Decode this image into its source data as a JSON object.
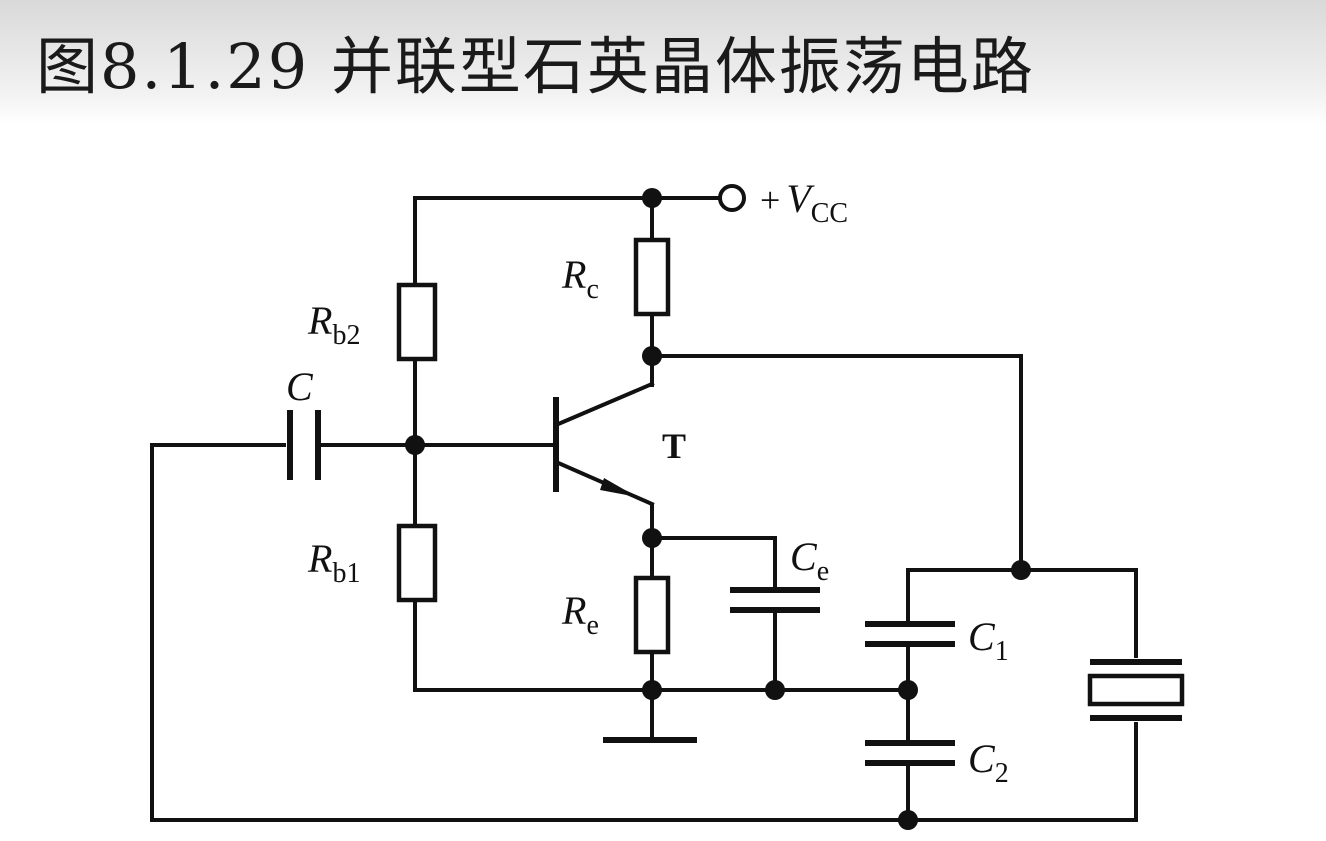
{
  "title": "图8.1.29 并联型石英晶体振荡电路",
  "labels": {
    "vcc": {
      "prefix": "+",
      "main": "V",
      "sub": "CC"
    },
    "rc": {
      "main": "R",
      "sub": "c"
    },
    "rb2": {
      "main": "R",
      "sub": "b2"
    },
    "rb1": {
      "main": "R",
      "sub": "b1"
    },
    "re": {
      "main": "R",
      "sub": "e"
    },
    "c": {
      "main": "C"
    },
    "ce": {
      "main": "C",
      "sub": "e"
    },
    "c1": {
      "main": "C",
      "sub": "1"
    },
    "c2": {
      "main": "C",
      "sub": "2"
    },
    "t": "T"
  }
}
